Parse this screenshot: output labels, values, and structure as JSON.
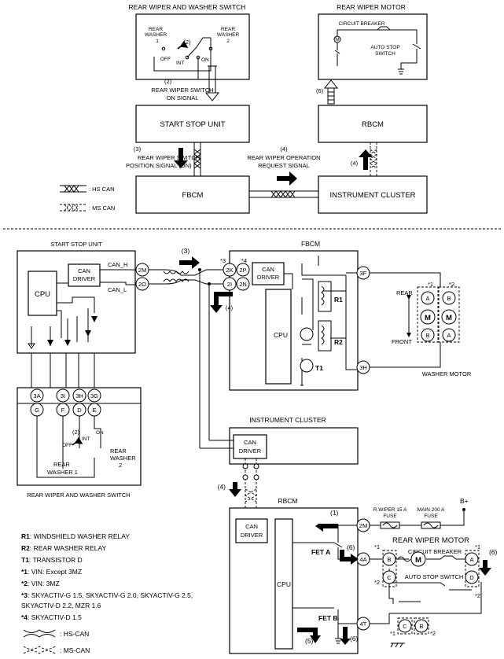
{
  "top": {
    "switch_title": "REAR WIPER AND WASHER SWITCH",
    "motor_title": "REAR WIPER MOTOR",
    "rear_washer": "REAR",
    "washer_word": "WASHER",
    "one": "1",
    "two": "2",
    "n2": "(2)",
    "off": "OFF",
    "int": "INT",
    "on": "ON",
    "circuit_breaker": "CIRCUIT BREAKER",
    "auto_stop": "AUTO STOP",
    "switch": "SWITCH",
    "m": "M",
    "ssu_signal_a": "REAR WIPER SWITCH",
    "ssu_signal_b": "ON SIGNAL",
    "n6": "(6)",
    "start_stop_unit": "START STOP UNIT",
    "rbcm": "RBCM",
    "n3": "(3)",
    "pos_signal_a": "REAR WIPER SWITCH",
    "pos_signal_b": "POSITION SIGNAL (ON)",
    "n4": "(4)",
    "req_signal_a": "REAR WIPER OPERATION",
    "req_signal_b": "REQUEST SIGNAL",
    "fbcm": "FBCM",
    "instrument_cluster": "INSTRUMENT CLUSTER",
    "hs_can": ": HS CAN",
    "ms_can": ": MS CAN"
  },
  "bottom": {
    "start_stop_unit": "START STOP UNIT",
    "can_driver_a": "CAN",
    "can_driver_b": "DRIVER",
    "can_h": "CAN_H",
    "can_l": "CAN_L",
    "cpu": "CPU",
    "t2m": "2M",
    "t2o": "2O",
    "n3": "(3)",
    "fbcm": "FBCM",
    "s3": "*3",
    "s4": "*4",
    "t2k": "2K",
    "t2p": "2P",
    "t2i": "2I",
    "t2n": "2N",
    "n4": "(4)",
    "r1": "R1",
    "r2": "R2",
    "t1": "T1",
    "t3f": "3F",
    "t3h": "3H",
    "rear": "REAR",
    "front": "FRONT",
    "s1": "*1",
    "s2": "*2",
    "a": "A",
    "b": "B",
    "m": "M",
    "washer_motor": "WASHER MOTOR",
    "t3a": "3A",
    "t3i": "3I",
    "t3h_sw": "3H",
    "t3g": "3G",
    "g": "G",
    "f": "F",
    "d": "D",
    "e": "E",
    "n2": "(2)",
    "off": "OFF",
    "int": "INT",
    "on": "ON",
    "rear_w2_a": "REAR",
    "rear_w2_b": "WASHER",
    "rear_w2_c": "2",
    "rear_w1_a": "REAR",
    "rear_w1_b": "WASHER 1",
    "switch_title": "REAR WIPER AND WASHER SWITCH",
    "instrument_cluster": "INSTRUMENT CLUSTER",
    "n4b": "(4)",
    "rbcm": "RBCM",
    "n1": "(1)",
    "fet_a": "FET A",
    "fet_b": "FET B",
    "n6": "(6)",
    "n5": "(5)",
    "t2m_r": "2M",
    "t4a": "4A",
    "t4t": "4T",
    "fuse1_a": "R.WIPER 15 A",
    "fuse1_b": "FUSE",
    "fuse2_a": "MAIN 200 A",
    "fuse2_b": "FUSE",
    "bplus": "B+",
    "rwm": "REAR WIPER MOTOR",
    "circuit_breaker": "CIRCUIT BREAKER",
    "auto_stop_switch": "AUTO STOP SWITCH",
    "c": "C"
  },
  "legend": [
    {
      "k": "R1",
      "v": ": WINDSHIELD WASHER RELAY"
    },
    {
      "k": "R2",
      "v": ": REAR WASHER RELAY"
    },
    {
      "k": "T1",
      "v": ": TRANSISTOR D"
    },
    {
      "k": "*1",
      "v": ": VIN: Except 3MZ"
    },
    {
      "k": "*2",
      "v": ": VIN: 3MZ"
    },
    {
      "k": "*3",
      "v": ": SKYACTIV-G 1.5, SKYACTIV-G 2.0, SKYACTIV-G 2.5,"
    },
    {
      "k": "",
      "v": "SKYACTIV-D 2.2, MZR 1.6"
    },
    {
      "k": "*4",
      "v": ": SKYACTIV-D 1.5"
    }
  ],
  "legend_can": {
    "hs": ": HS-CAN",
    "ms": ": MS-CAN"
  }
}
